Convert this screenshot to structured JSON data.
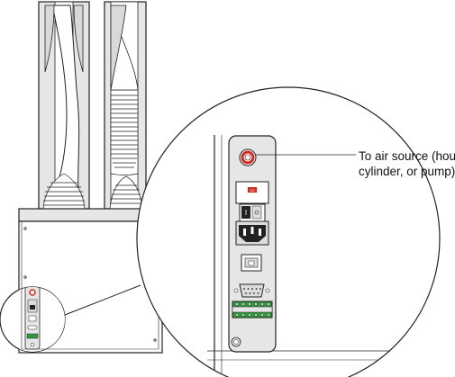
{
  "callout": {
    "line1": "To air source (house,",
    "line2": "cylinder, or pump)"
  },
  "panel": {
    "switch_label": "I/O"
  },
  "colors": {
    "panel_fill": "#e6e6e6",
    "outline": "#222222",
    "red_accent": "#d8261c",
    "terminal_green": "#2f9a3c"
  },
  "icons": [
    "air-fitting-icon",
    "power-switch-icon",
    "power-inlet-icon",
    "ethernet-port-icon",
    "serial-port-icon",
    "terminal-block-icon",
    "ground-screw-icon"
  ]
}
